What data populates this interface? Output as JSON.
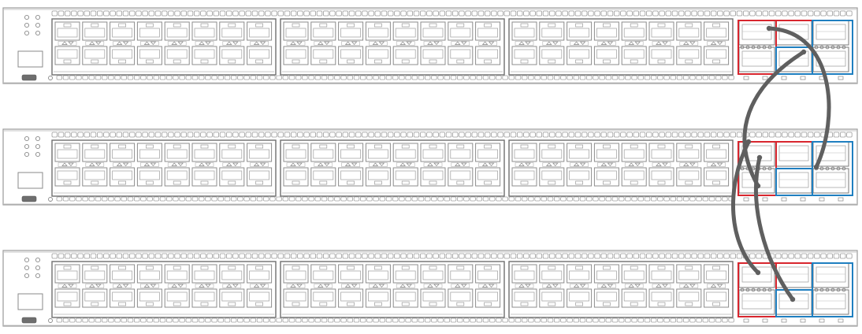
{
  "diagram": {
    "switches": [
      {
        "id": "switch-1"
      },
      {
        "id": "switch-2"
      },
      {
        "id": "switch-3"
      }
    ],
    "sfp_groups_per_switch": 3,
    "sfp_columns_per_group": 8,
    "uplink_highlight_colors": {
      "red": "#d8262e",
      "blue": "#1f7fc0"
    },
    "cable_color": "#5f5f5f",
    "chassis_color": "#9a9a9a",
    "port_color": "#8c8c8c",
    "cables": [
      {
        "name": "cable-1-to-2-outer"
      },
      {
        "name": "cable-1-to-2-inner"
      },
      {
        "name": "cable-2-to-3-outer"
      },
      {
        "name": "cable-2-to-3-inner"
      }
    ]
  }
}
